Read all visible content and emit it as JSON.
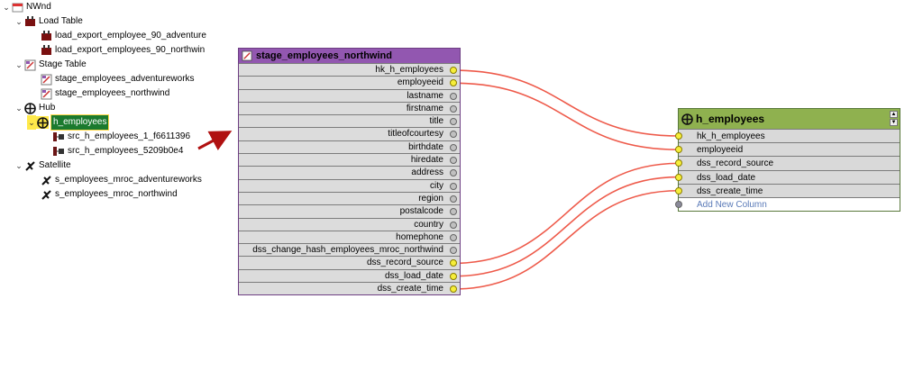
{
  "tree": {
    "root": "NWnd",
    "groups": [
      {
        "label": "Load Table",
        "items": [
          "load_export_employee_90_adventure",
          "load_export_employees_90_northwin"
        ]
      },
      {
        "label": "Stage Table",
        "items": [
          "stage_employees_adventureworks",
          "stage_employees_northwind"
        ]
      },
      {
        "label": "Hub",
        "items": [
          "h_employees"
        ],
        "subitems": [
          "src_h_employees_1_f6611396",
          "src_h_employees_5209b0e4"
        ]
      },
      {
        "label": "Satellite",
        "items": [
          "s_employees_mroc_adventureworks",
          "s_employees_mroc_northwind"
        ]
      }
    ]
  },
  "stage_table": {
    "title": "stage_employees_northwind",
    "columns": [
      "hk_h_employees",
      "employeeid",
      "lastname",
      "firstname",
      "title",
      "titleofcourtesy",
      "birthdate",
      "hiredate",
      "address",
      "city",
      "region",
      "postalcode",
      "country",
      "homephone",
      "dss_change_hash_employees_mroc_northwind",
      "dss_record_source",
      "dss_load_date",
      "dss_create_time"
    ]
  },
  "hub_table": {
    "title": "h_employees",
    "columns": [
      "hk_h_employees",
      "employeeid",
      "dss_record_source",
      "dss_load_date",
      "dss_create_time"
    ],
    "add_column": "Add New Column"
  },
  "colors": {
    "stage_header": "#9257b0",
    "hub_header": "#8fb14f",
    "link": "#ee5a4a",
    "arrow": "#b01010",
    "selected_bg": "#1b7a2e",
    "port_active": "#f6ee3a"
  }
}
